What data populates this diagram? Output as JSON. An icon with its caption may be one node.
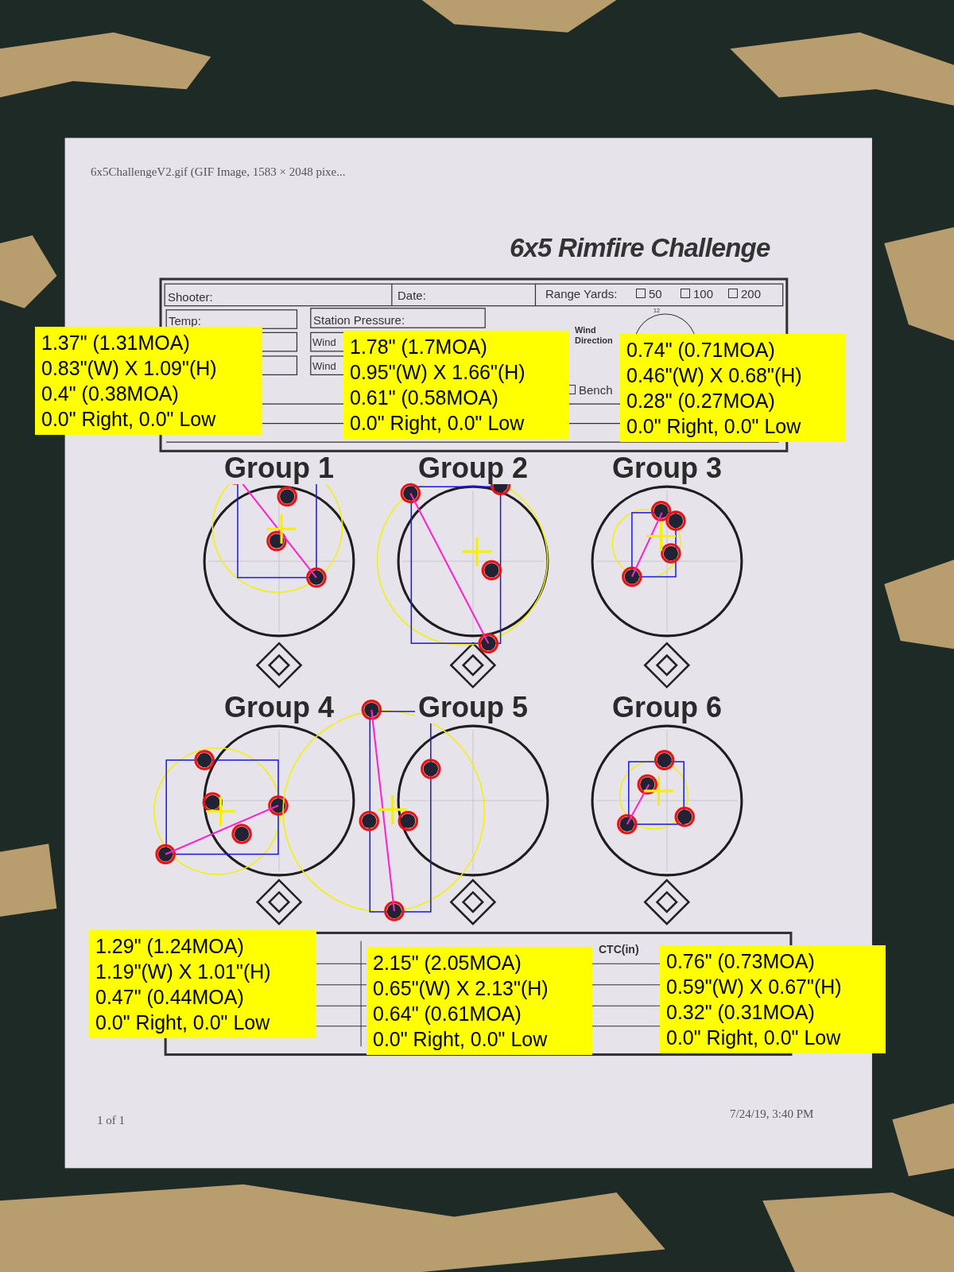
{
  "diagram": {
    "title": "6x5 Rimfire Challenge",
    "nodes": [
      {
        "text": [
          "1.37\" (1.31MOA)",
          "0.83\"(W) X 1.09\"(H)",
          "0.4\" (0.38MOA)",
          "0.0\" Right, 0.0\" Low"
        ]
      },
      {
        "text": [
          "1.78\" (1.7MOA)",
          "0.95\"(W) X 1.66\"(H)",
          "0.61\" (0.58MOA)",
          "0.0\" Right, 0.0\" Low"
        ]
      },
      {
        "text": [
          "0.74\" (0.71MOA)",
          "0.46\"(W) X 0.68\"(H)",
          "0.28\" (0.27MOA)",
          "0.0\" Right, 0.0\" Low"
        ]
      },
      {
        "text": [
          "Group 1"
        ]
      },
      {
        "text": [
          "Group 2"
        ]
      },
      {
        "text": [
          "Group 3"
        ]
      },
      {
        "text": [
          "Group 4"
        ]
      },
      {
        "text": [
          "Group 5"
        ]
      },
      {
        "text": [
          "Group 6"
        ]
      },
      {
        "text": [
          "1.29\" (1.24MOA)",
          "1.19\"(W) X 1.01\"(H)",
          "0.47\" (0.44MOA)",
          "0.0\" Right, 0.0\" Low"
        ]
      },
      {
        "text": [
          "2.15\" (2.05MOA)",
          "0.65\"(W) X 2.13\"(H)",
          "0.64\" (0.61MOA)",
          "0.0\" Right, 0.0\" Low"
        ]
      },
      {
        "text": [
          "0.76\" (0.73MOA)",
          "0.59\"(W) X 0.67\"(H)",
          "0.32\" (0.31MOA)",
          "0.0\" Right, 0.0\" Low"
        ]
      }
    ],
    "labels": [
      "6x5ChallengeV2.gif (GIF Image, 1583 × 2048 pixe...",
      "Shooter:",
      "Date:",
      "Range Yards:",
      "50",
      "100",
      "200",
      "Temp:",
      "Station Pressure:",
      "Wind",
      "12",
      "Wind Direction",
      "Wind",
      "Bench",
      "CTC(in)",
      "1 of 1",
      "7/24/19, 3:40 PM"
    ]
  }
}
